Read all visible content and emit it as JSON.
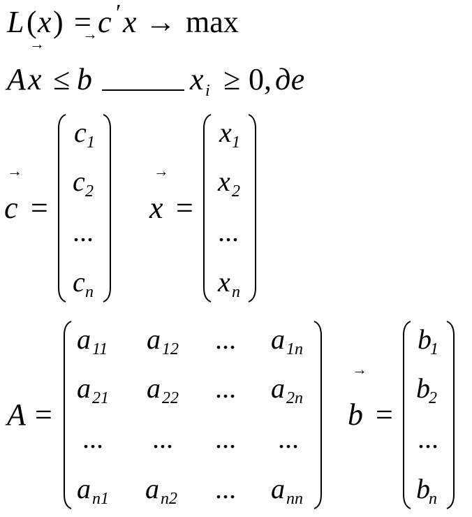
{
  "line1": {
    "L": "L",
    "open": "(",
    "x": "x",
    "close": ")",
    "eq": "=",
    "c": "c",
    "prime": "′",
    "x2": "x",
    "arrow": "→",
    "max": "max"
  },
  "line2": {
    "A": "A",
    "x": "x",
    "leq": "≤",
    "b": "b",
    "xi": "x",
    "i": "i",
    "geq": "≥",
    "zero": "0,",
    "de": "де"
  },
  "vector_c": {
    "symbol": "c",
    "eq": "=",
    "entries": [
      {
        "base": "c",
        "sub": "1"
      },
      {
        "base": "c",
        "sub": "2"
      },
      {
        "base": "...",
        "sub": ""
      },
      {
        "base": "c",
        "sub": "n"
      }
    ]
  },
  "vector_x": {
    "symbol": "x",
    "eq": "=",
    "entries": [
      {
        "base": "x",
        "sub": "1"
      },
      {
        "base": "x",
        "sub": "2"
      },
      {
        "base": "...",
        "sub": ""
      },
      {
        "base": "x",
        "sub": "n"
      }
    ]
  },
  "matrix_A": {
    "symbol": "A",
    "eq": "=",
    "rows": [
      [
        {
          "base": "a",
          "sub": "11"
        },
        {
          "base": "a",
          "sub": "12"
        },
        {
          "base": "...",
          "sub": ""
        },
        {
          "base": "a",
          "sub": "1n"
        }
      ],
      [
        {
          "base": "a",
          "sub": "21"
        },
        {
          "base": "a",
          "sub": "22"
        },
        {
          "base": "...",
          "sub": ""
        },
        {
          "base": "a",
          "sub": "2n"
        }
      ],
      [
        {
          "base": "...",
          "sub": ""
        },
        {
          "base": "...",
          "sub": ""
        },
        {
          "base": "...",
          "sub": ""
        },
        {
          "base": "...",
          "sub": ""
        }
      ],
      [
        {
          "base": "a",
          "sub": "n1"
        },
        {
          "base": "a",
          "sub": "n2"
        },
        {
          "base": "...",
          "sub": ""
        },
        {
          "base": "a",
          "sub": "nn"
        }
      ]
    ]
  },
  "vector_b": {
    "symbol": "b",
    "eq": "=",
    "entries": [
      {
        "base": "b",
        "sub": "1"
      },
      {
        "base": "b",
        "sub": "2"
      },
      {
        "base": "...",
        "sub": ""
      },
      {
        "base": "b",
        "sub": "n"
      }
    ]
  },
  "arrow_glyph": "→"
}
